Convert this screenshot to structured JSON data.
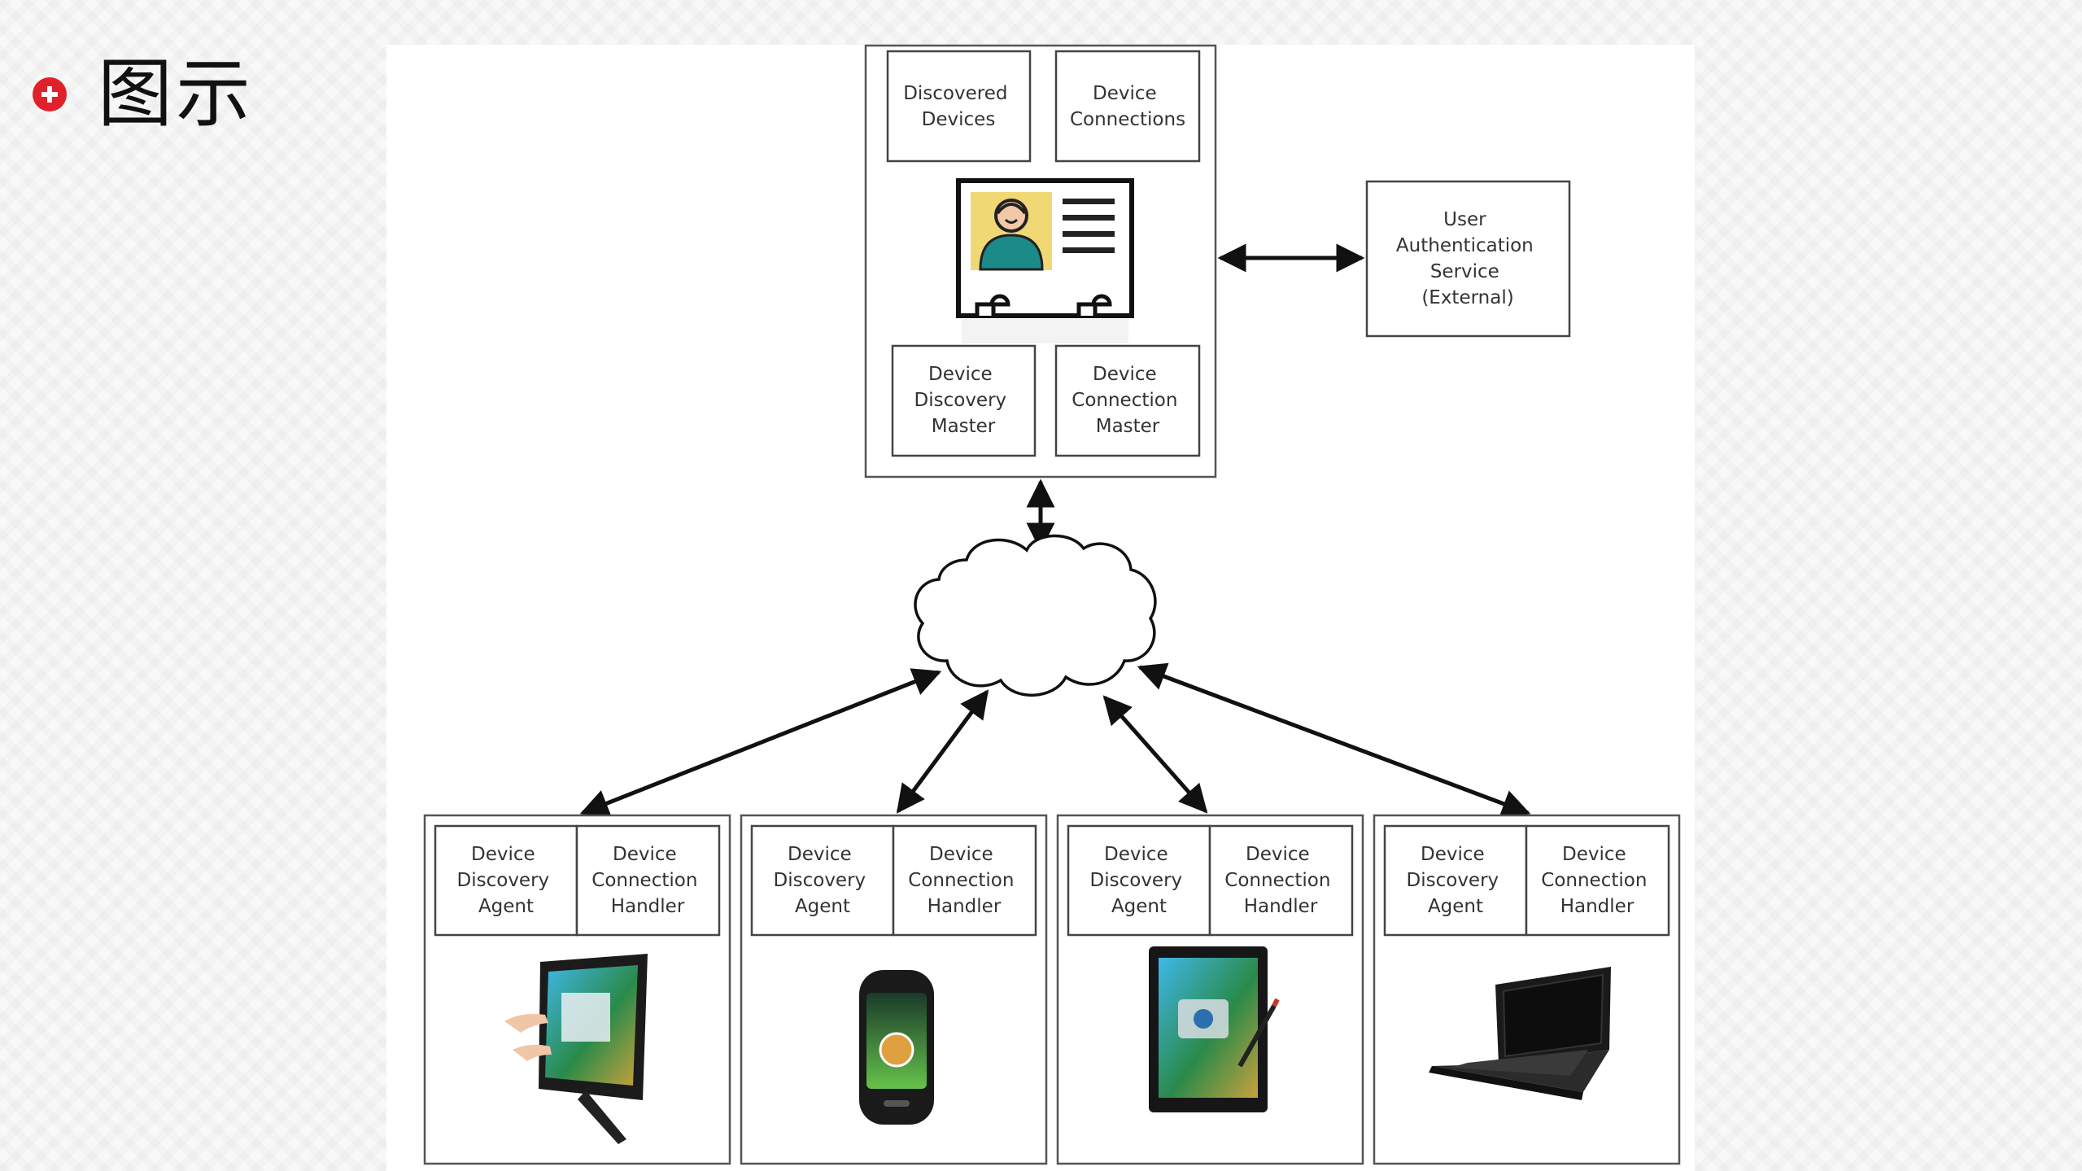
{
  "slide": {
    "title": "图示"
  },
  "diagram": {
    "server": {
      "discovered_devices": [
        "Discovered",
        "Devices"
      ],
      "device_connections": [
        "Device",
        "Connections"
      ],
      "discovery_master": [
        "Device",
        "Discovery",
        "Master"
      ],
      "connection_master": [
        "Device",
        "Connection",
        "Master"
      ],
      "icon": "user-id-card-icon"
    },
    "auth_service": [
      "User",
      "Authentication",
      "Service",
      "(External)"
    ],
    "network": {
      "icon": "cloud-icon"
    },
    "clients": [
      {
        "device": "all-in-one-touch-pc-icon",
        "agent": [
          "Device",
          "Discovery",
          "Agent"
        ],
        "handler": [
          "Device",
          "Connection",
          "Handler"
        ]
      },
      {
        "device": "smartphone-icon",
        "agent": [
          "Device",
          "Discovery",
          "Agent"
        ],
        "handler": [
          "Device",
          "Connection",
          "Handler"
        ]
      },
      {
        "device": "tablet-with-stylus-icon",
        "agent": [
          "Device",
          "Discovery",
          "Agent"
        ],
        "handler": [
          "Device",
          "Connection",
          "Handler"
        ]
      },
      {
        "device": "laptop-icon",
        "agent": [
          "Device",
          "Discovery",
          "Agent"
        ],
        "handler": [
          "Device",
          "Connection",
          "Handler"
        ]
      }
    ]
  }
}
